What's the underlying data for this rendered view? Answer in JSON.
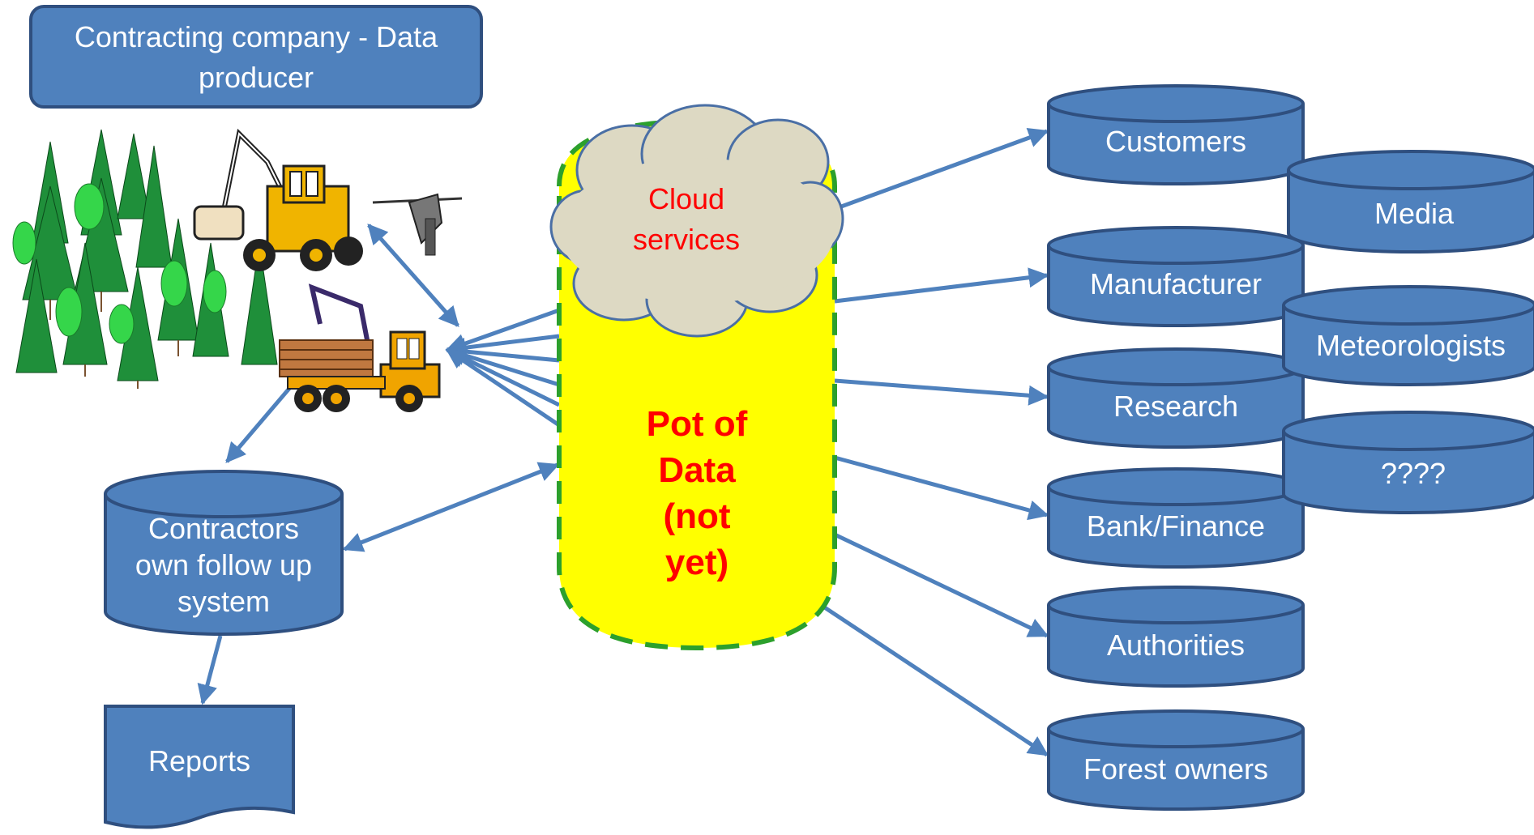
{
  "producer": {
    "title_line1": "Contracting company - Data",
    "title_line2": "producer"
  },
  "center": {
    "cloud_line1": "Cloud",
    "cloud_line2": "services",
    "pot_lines": [
      "Pot of",
      "Data",
      "(not",
      "yet)"
    ]
  },
  "contractors_system": {
    "lines": [
      "Contractors",
      "own follow up",
      "system"
    ]
  },
  "reports": {
    "label": "Reports"
  },
  "consumers": {
    "customers": "Customers",
    "media": "Media",
    "manufacturer": "Manufacturer",
    "meteorologists": "Meteorologists",
    "research": "Research",
    "unknown": "????",
    "bank_finance": "Bank/Finance",
    "authorities": "Authorities",
    "forest_owners": "Forest owners"
  },
  "colors": {
    "box_fill": "#4f81bd",
    "box_stroke": "#2f4f7f",
    "arrow": "#4f81bd",
    "pot_fill": "#ffff00",
    "pot_dash": "#2ca02c",
    "cloud_fill": "#ddd9c3",
    "cloud_stroke": "#4a6fa5",
    "highlight_text": "#ff0000"
  }
}
